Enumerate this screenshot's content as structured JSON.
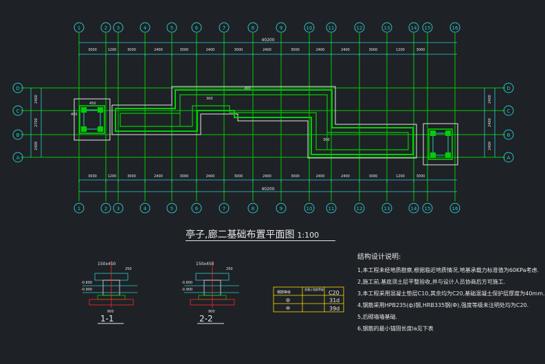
{
  "drawing": {
    "title": "亭子,廊二基础布置平面图",
    "scale": "1:100",
    "total_dimension": "40200",
    "top_axes": [
      "1",
      "2",
      "3",
      "4",
      "5",
      "6",
      "7",
      "8",
      "9",
      "10",
      "11",
      "12",
      "13",
      "14",
      "15",
      "16"
    ],
    "bottom_axes": [
      "1",
      "2",
      "3",
      "4",
      "5",
      "6",
      "7",
      "8",
      "9",
      "10",
      "11",
      "12",
      "13",
      "14",
      "15",
      "16"
    ],
    "left_axes": [
      "D",
      "C",
      "B",
      "A"
    ],
    "right_axes": [
      "D",
      "C",
      "B",
      "A"
    ],
    "span_dims": [
      "3000",
      "1200",
      "3000",
      "2400",
      "3000",
      "2400",
      "3000",
      "2400",
      "3000",
      "2400",
      "2400",
      "3000",
      "1200",
      "3000"
    ],
    "left_row_dims": [
      "2400",
      "2700",
      "2400"
    ],
    "right_row_dims": [
      "2400",
      "2400",
      "2400"
    ],
    "footing_label": "450",
    "beam_label": "300"
  },
  "sections": [
    {
      "label": "1-1",
      "beam": "150x450",
      "width_label": "250",
      "lower_label": "900",
      "elev1": "-0.600",
      "elev2": "-0.900"
    },
    {
      "label": "2-2",
      "beam": "150x450",
      "width_label": "250",
      "lower_label": "900",
      "elev1": "-0.600",
      "elev2": "-0.900"
    }
  ],
  "rebar_table": {
    "header_left": "钢筋等级",
    "header_right": "混凝土强度等级",
    "grade": "C20",
    "rows": [
      {
        "steel": "ф",
        "value": "31d"
      },
      {
        "steel": "Ф",
        "value": "39d"
      }
    ]
  },
  "notes": {
    "heading": "结构设计说明:",
    "items": [
      "1,本工程未经地质勘察,根据临近地质情况,地基承载力标准值为60KPa考虑.",
      "2,施工前,基底须土层平整验收,并与设计人员协商后方可施工.",
      "3,本工程采用混凝土垫层C10,其余均为C20,基础混凝土保护层厚度为40mm.",
      "4,钢筋采用HPB235(ф)钢,HRB335钢(Ф),强度等级未注明处均为C20.",
      "5,后砌墙墙基础.",
      "6,钢筋的最小锚固长度la见下表"
    ]
  },
  "colors": {
    "background": "#1e2126",
    "grid": "#00e000",
    "axis_circle": "#29c6c6",
    "wall": "#e8e8e8",
    "dimension": "#29d2d2",
    "red": "#ff2a2a",
    "table": "#ffe000"
  }
}
